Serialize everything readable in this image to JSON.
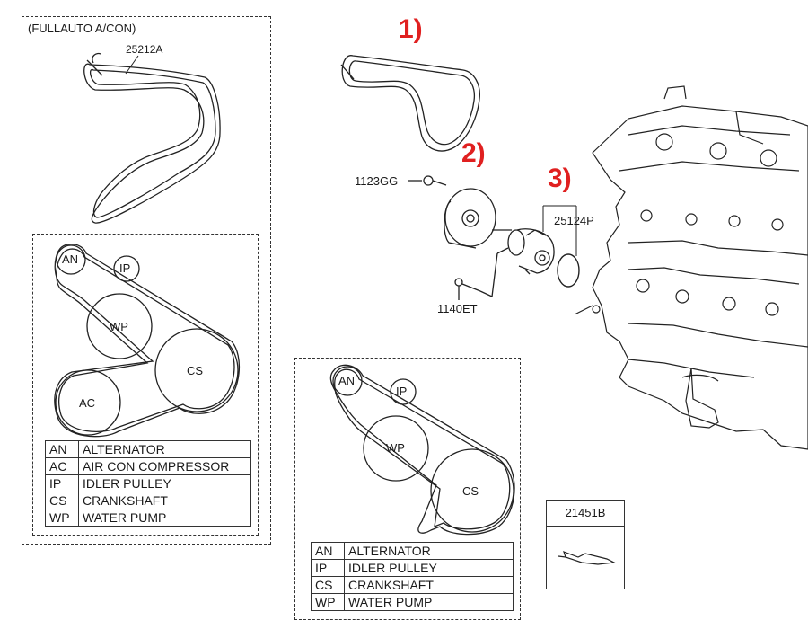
{
  "left_panel": {
    "caption": "(FULLAUTO A/CON)",
    "belt_part_no": "25212A",
    "routing_labels": {
      "an": "AN",
      "ip": "IP",
      "wp": "WP",
      "cs": "CS",
      "ac": "AC"
    },
    "legend": [
      {
        "abbr": "AN",
        "name": "ALTERNATOR"
      },
      {
        "abbr": "AC",
        "name": "AIR CON COMPRESSOR"
      },
      {
        "abbr": "IP",
        "name": "IDLER PULLEY"
      },
      {
        "abbr": "CS",
        "name": "CRANKSHAFT"
      },
      {
        "abbr": "WP",
        "name": "WATER PUMP"
      }
    ]
  },
  "center": {
    "markers": [
      "1)",
      "2)",
      "3)"
    ],
    "part_labels": {
      "bolt_top": "1123GG",
      "bolt_bottom": "1140ET",
      "gasket": "25124P"
    }
  },
  "bottom_panel": {
    "routing_labels": {
      "an": "AN",
      "ip": "IP",
      "wp": "WP",
      "cs": "CS"
    },
    "legend": [
      {
        "abbr": "AN",
        "name": "ALTERNATOR"
      },
      {
        "abbr": "IP",
        "name": "IDLER PULLEY"
      },
      {
        "abbr": "CS",
        "name": "CRANKSHAFT"
      },
      {
        "abbr": "WP",
        "name": "WATER PUMP"
      }
    ]
  },
  "sealant_box": {
    "part_no": "21451B"
  }
}
